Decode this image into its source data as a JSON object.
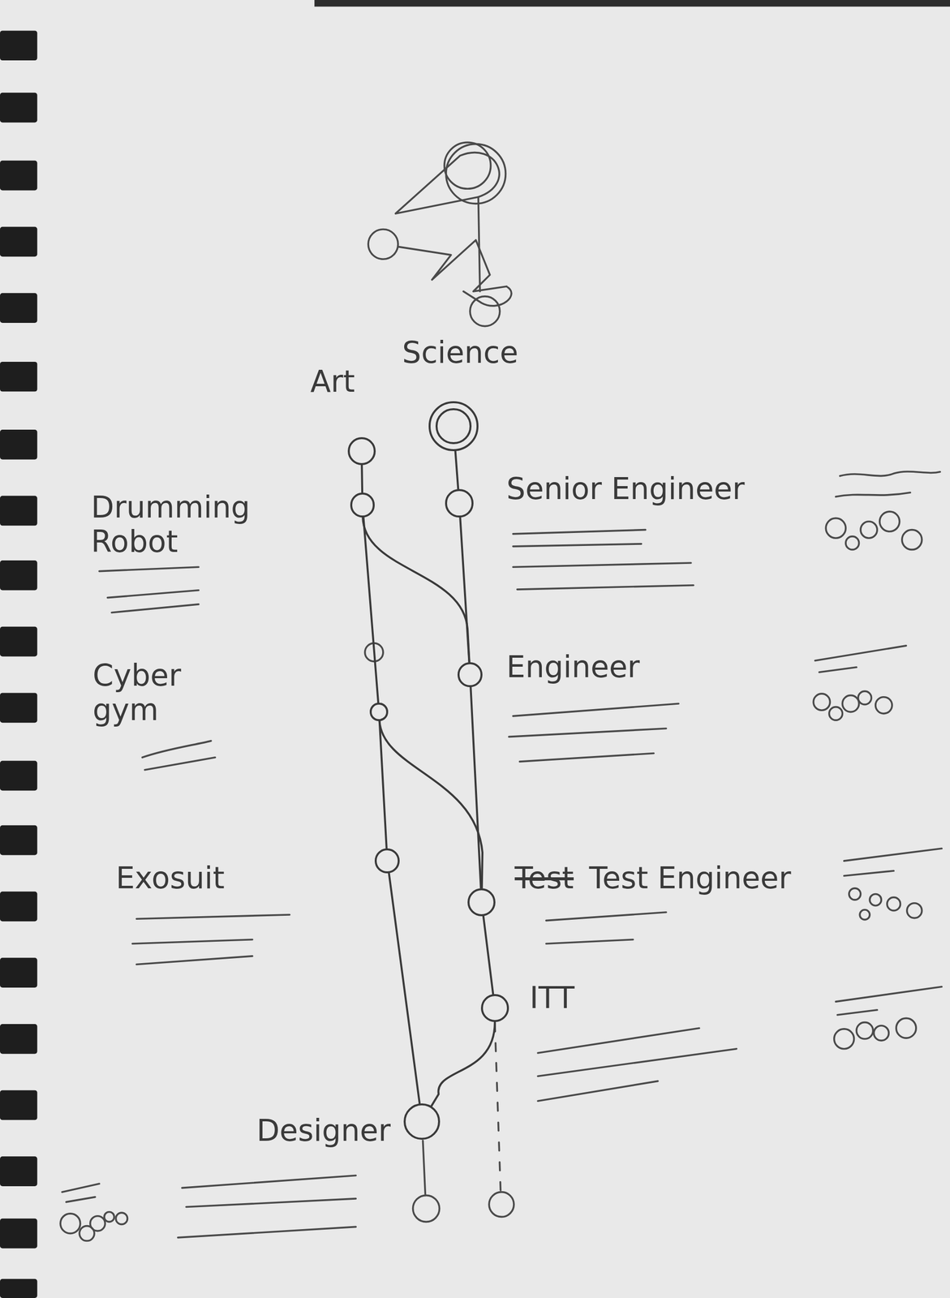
{
  "diagram": {
    "nodes": [
      {
        "text": [
          "Science"
        ]
      },
      {
        "text": [
          "Art"
        ]
      },
      {
        "text": [
          "Drumming Robot"
        ]
      },
      {
        "text": [
          "Senior Engineer"
        ]
      },
      {
        "text": [
          "Cyber gym"
        ]
      },
      {
        "text": [
          "Engineer"
        ]
      },
      {
        "text": [
          "Exosuit"
        ]
      },
      {
        "text": [
          "Test Engineer"
        ]
      },
      {
        "text": [
          "ITT"
        ]
      },
      {
        "text": [
          "Designer"
        ]
      }
    ],
    "edges": [
      {
        "from": 1,
        "to": 2,
        "arrow": "none"
      },
      {
        "from": 2,
        "to": 4,
        "arrow": "none"
      },
      {
        "from": 4,
        "to": 6,
        "arrow": "none"
      },
      {
        "from": 6,
        "to": 9,
        "arrow": "none"
      },
      {
        "from": 0,
        "to": 3,
        "arrow": "none"
      },
      {
        "from": 3,
        "to": 5,
        "arrow": "none"
      },
      {
        "from": 2,
        "to": 5,
        "arrow": "none"
      },
      {
        "from": 5,
        "to": 7,
        "arrow": "none"
      },
      {
        "from": 4,
        "to": 7,
        "arrow": "none"
      },
      {
        "from": 7,
        "to": 8,
        "arrow": "none"
      },
      {
        "from": 8,
        "to": 9,
        "arrow": "none"
      }
    ],
    "labels": [
      "Test"
    ]
  }
}
